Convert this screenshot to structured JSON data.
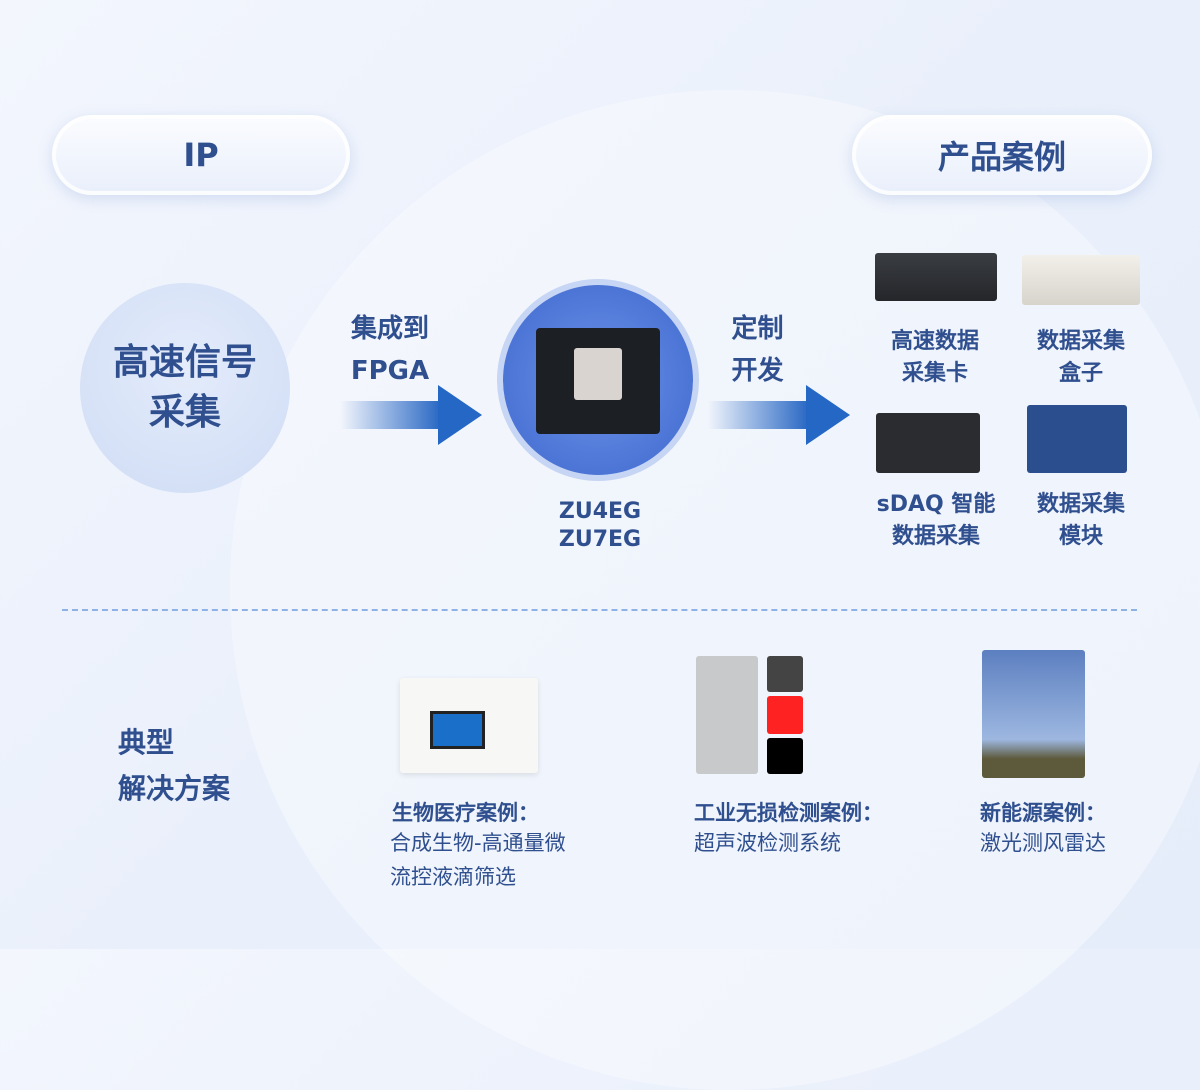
{
  "headers": {
    "ip": "IP",
    "products": "产品案例"
  },
  "source": {
    "label_line1": "高速信号",
    "label_line2": "采集"
  },
  "arrow1": {
    "line1": "集成到",
    "line2": "FPGA"
  },
  "chip": {
    "line1": "ZU4EG",
    "line2": "ZU7EG"
  },
  "arrow2": {
    "line1": "定制",
    "line2": "开发"
  },
  "products": [
    {
      "line1": "高速数据",
      "line2": "采集卡"
    },
    {
      "line1": "数据采集",
      "line2": "盒子"
    },
    {
      "line1": "sDAQ 智能",
      "line2": "数据采集"
    },
    {
      "line1": "数据采集",
      "line2": "模块"
    }
  ],
  "solutions": {
    "label_line1": "典型",
    "label_line2": "解决方案",
    "cases": [
      {
        "title": "生物医疗案例：",
        "desc_line1": "合成生物-高通量微",
        "desc_line2": "流控液滴筛选"
      },
      {
        "title": "工业无损检测案例：",
        "desc_line1": "超声波检测系统"
      },
      {
        "title": "新能源案例：",
        "desc_line1": "激光测风雷达"
      }
    ]
  },
  "colors": {
    "text": "#2f4f8f",
    "arrow": "#2567c4",
    "divider": "#8fb2e6"
  }
}
